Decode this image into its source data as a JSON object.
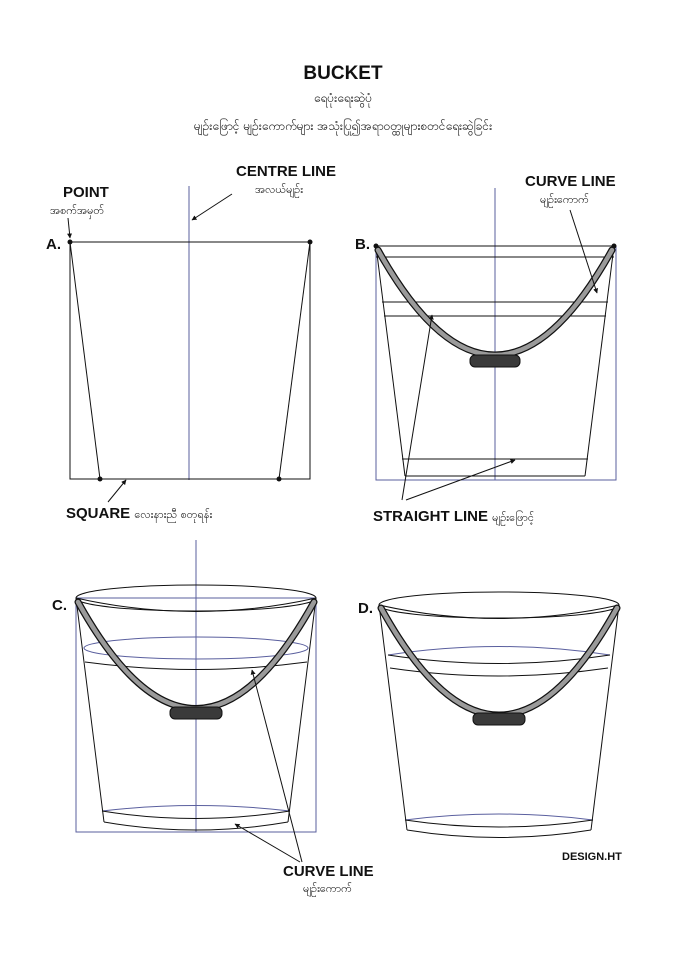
{
  "header": {
    "title": "BUCKET",
    "subtitle": "ရေပုံးရေးဆွဲပုံ",
    "description": "မျဥ်းဖြောင့် မျဥ်းကောက်များ အသုံးပြု၍အရာဝတ္ထုများစတင်ရေးဆွဲခြင်း"
  },
  "steps": {
    "a": {
      "letter": "A."
    },
    "b": {
      "letter": "B."
    },
    "c": {
      "letter": "C."
    },
    "d": {
      "letter": "D."
    }
  },
  "labels": {
    "point": {
      "en": "POINT",
      "my": "အစက်အမှတ်"
    },
    "centre_line": {
      "en": "CENTRE LINE",
      "my": "အလယ်မျဥ်း"
    },
    "square": {
      "en": "SQUARE",
      "my": "လေးနားညီ စတုရန်း"
    },
    "curve_line_top": {
      "en": "CURVE LINE",
      "my": "မျဥ်းကောက်"
    },
    "straight_line": {
      "en": "STRAIGHT LINE",
      "my": "မျဥ်းဖြောင့်"
    },
    "curve_line_bottom": {
      "en": "CURVE LINE",
      "my": "မျဥ်းကောက်"
    }
  },
  "credit": "DESIGN.HT",
  "colors": {
    "guide": "#5a5f9e",
    "outline": "#111111",
    "handle": "#9a9a9a",
    "grip": "#3a3a3a"
  }
}
